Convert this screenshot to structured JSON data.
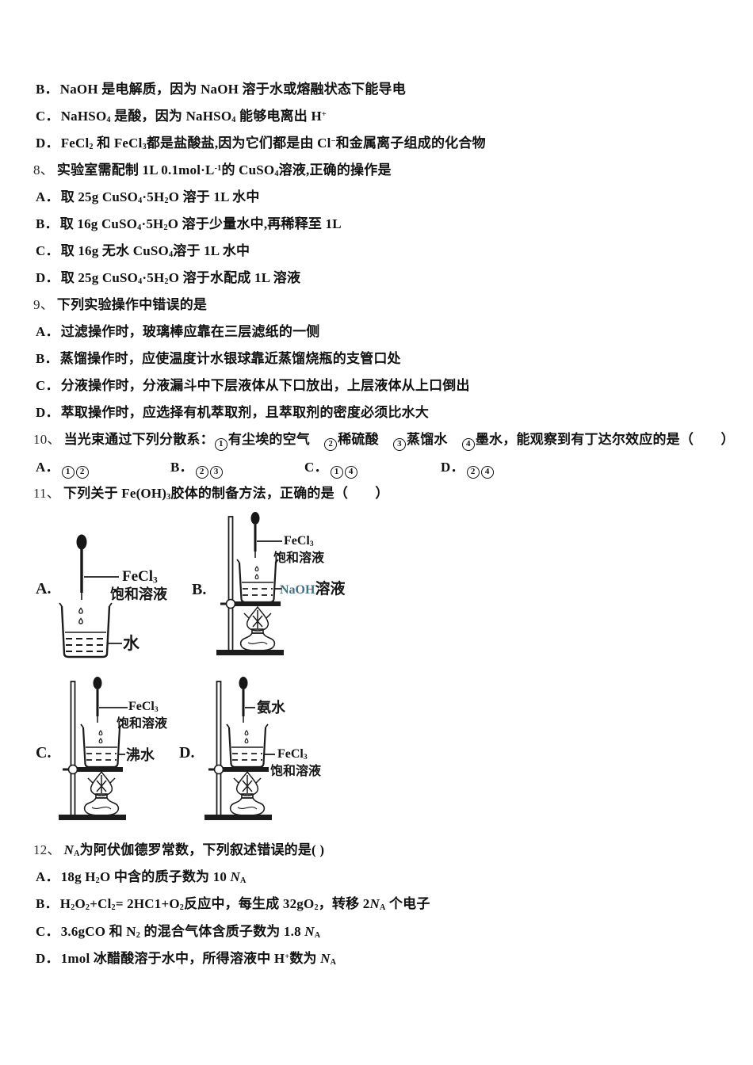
{
  "q7": {
    "options": [
      {
        "label": "B．",
        "html": "NaOH 是电解质，因为 NaOH 溶于水或熔融状态下能导电"
      },
      {
        "label": "C．",
        "html": "NaHSO<sub>4</sub> 是酸，因为 NaHSO<sub>4</sub> 能够电离出 H<sup>+</sup>"
      },
      {
        "label": "D．",
        "html": "FeCl<sub>2</sub> 和 FeCl<sub>3</sub>都是盐酸盐,因为它们都是由 Cl<sup>−</sup>和金属离子组成的化合物"
      }
    ]
  },
  "q8": {
    "num": "8、",
    "stem": "实验室需配制 1L 0.1mol·L<sup>-1</sup>的 CuSO<sub>4</sub>溶液,正确的操作是",
    "options": [
      {
        "label": "A．",
        "html": "取 25g CuSO<sub>4</sub>·5H<sub>2</sub>O 溶于 1L 水中"
      },
      {
        "label": "B．",
        "html": "取 16g CuSO<sub>4</sub>·5H<sub>2</sub>O 溶于少量水中,再稀释至 1L"
      },
      {
        "label": "C．",
        "html": "取 16g 无水 CuSO<sub>4</sub>溶于 1L 水中"
      },
      {
        "label": "D．",
        "html": "取 25g CuSO<sub>4</sub>·5H<sub>2</sub>O 溶于水配成 1L 溶液"
      }
    ]
  },
  "q9": {
    "num": "9、",
    "stem": "下列实验操作中错误的是",
    "options": [
      {
        "label": "A．",
        "html": "过滤操作时，玻璃棒应靠在三层滤纸的一侧"
      },
      {
        "label": "B．",
        "html": "蒸馏操作时，应使温度计水银球靠近蒸馏烧瓶的支管口处"
      },
      {
        "label": "C．",
        "html": "分液操作时，分液漏斗中下层液体从下口放出，上层液体从上口倒出"
      },
      {
        "label": "D．",
        "html": "萃取操作时，应选择有机萃取剂，且萃取剂的密度必须比水大"
      }
    ]
  },
  "q10": {
    "num": "10、",
    "stem": "当光束通过下列分散系：<span class=\"circ\">1</span>有尘埃的空气　<span class=\"circ\">2</span>稀硫酸　<span class=\"circ\">3</span>蒸馏水　<span class=\"circ\">4</span>墨水，能观察到有丁达尔效应的是（　　）",
    "options": [
      {
        "label": "A．",
        "html": "<span class=\"circ\">1</span><span class=\"circ\">2</span>"
      },
      {
        "label": "B．",
        "html": "<span class=\"circ\">2</span><span class=\"circ\">3</span>"
      },
      {
        "label": "C．",
        "html": "<span class=\"circ\">1</span><span class=\"circ\">4</span>"
      },
      {
        "label": "D．",
        "html": "<span class=\"circ\">2</span><span class=\"circ\">4</span>"
      }
    ]
  },
  "q11": {
    "num": "11、",
    "stem": "下列关于 Fe(OH)<sub>3</sub>胶体的制备方法，正确的是（　　）"
  },
  "q12": {
    "num": "12、",
    "stem": "<i>N</i><sub>A</sub>为阿伏伽德罗常数，下列叙述错误的是( )",
    "options": [
      {
        "label": "A．",
        "html": "18g H<sub>2</sub>O 中含的质子数为 10 <i>N</i><sub>A</sub>"
      },
      {
        "label": "B．",
        "html": "H<sub>2</sub>O<sub>2</sub>+Cl<sub>2</sub>= 2HC1+O<sub>2</sub>反应中，每生成 32gO<sub>2</sub>，转移 2<i>N</i><sub>A</sub> 个电子"
      },
      {
        "label": "C．",
        "html": "3.6gCO 和 N<sub>2</sub> 的混合气体含质子数为 1.8 <i>N</i><sub>A</sub>"
      },
      {
        "label": "D．",
        "html": "1mol 冰醋酸溶于水中，所得溶液中 H<sup>+</sup>数为 <i>N</i><sub>A</sub>"
      }
    ]
  },
  "diagram": {
    "letters": {
      "a": "A.",
      "b": "B.",
      "c": "C.",
      "d": "D."
    },
    "labels": {
      "fecl3": "FeCl<sub>3</sub>",
      "saturated": "饱和溶液",
      "water": "水",
      "naoh_part": "NaOH",
      "solution_part": "溶液",
      "boiling_water": "沸水",
      "ammonia": "氨水"
    },
    "colors": {
      "naoh_label": "#44708a",
      "ink": "#1c1c1c"
    }
  }
}
